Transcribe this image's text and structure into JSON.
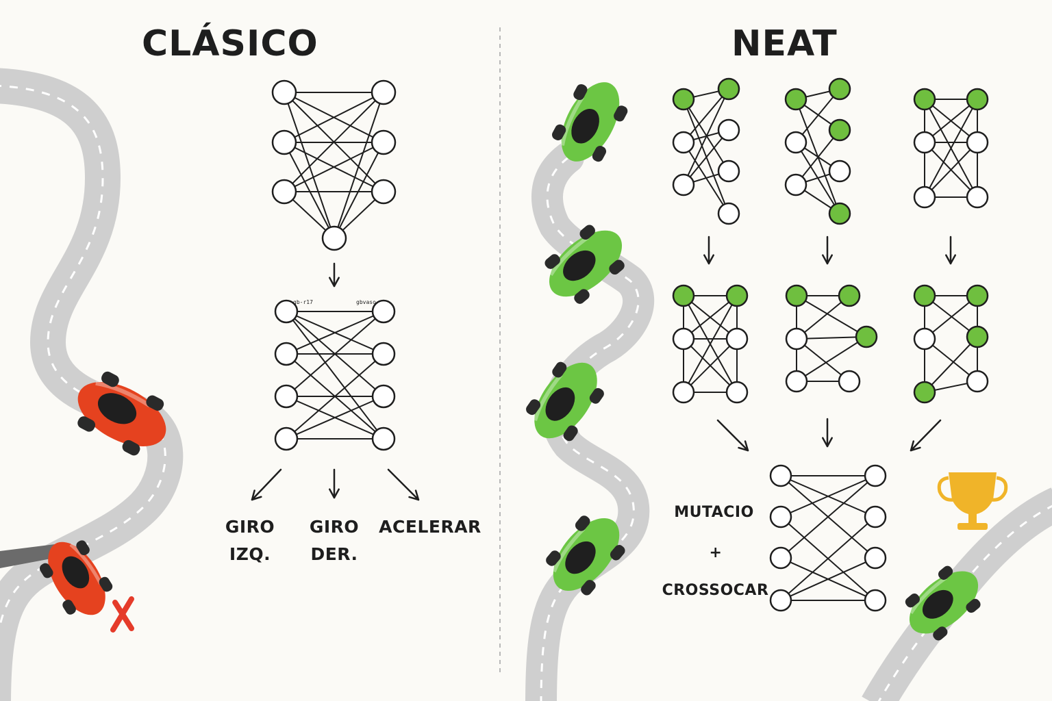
{
  "left_panel": {
    "title": "CLÁSICO",
    "tiny_label_left": "gb-r17",
    "tiny_label_right": "gbvaso",
    "outputs": [
      {
        "line1": "GIRO",
        "line2": "IZQ."
      },
      {
        "line1": "GIRO",
        "line2": "DER."
      },
      {
        "line1": "ACELERAR",
        "line2": ""
      }
    ]
  },
  "right_panel": {
    "title": "NEAT",
    "label_mutation": "MUTACIO",
    "label_plus": "+",
    "label_crossover": "CROSSOCAR"
  },
  "colors": {
    "road": "#cfcfcf",
    "road_dash": "#ffffff",
    "node_fill": "#ffffff",
    "node_green": "#6fbf3f",
    "stroke": "#1e1e1e",
    "car_red": "#e5421f",
    "car_green": "#6cc644",
    "trophy": "#f0b429",
    "crash_mark": "#e53b2a"
  },
  "icons": [
    "trophy-icon",
    "crash-x-icon",
    "arrow-icon"
  ]
}
